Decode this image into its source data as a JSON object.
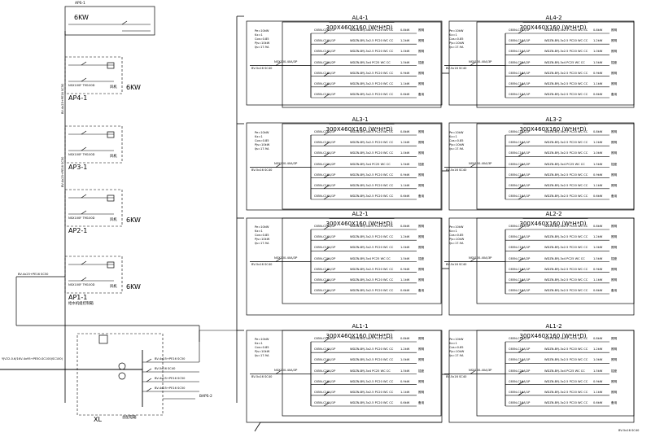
{
  "boxes": {
    "al4_1": {
      "name": "AL4-1",
      "dims": "300X460X160 (W*H*D)"
    },
    "al4_2": {
      "name": "AL4-2",
      "dims": "300X460X160 (W*H*D)"
    },
    "al3_1": {
      "name": "AL3-1",
      "dims": "300X460X160 (W*H*D)"
    },
    "al3_2": {
      "name": "AL3-2",
      "dims": "300X460X160 (W*H*D)"
    },
    "al2_1": {
      "name": "AL2-1",
      "dims": "300X460X160 (W*H*D)"
    },
    "al2_2": {
      "name": "AL2-2",
      "dims": "300X460X160 (W*H*D)"
    },
    "al1_1": {
      "name": "AL1-1",
      "dims": "300X460X160 (W*H*D)"
    },
    "al1_2": {
      "name": "AL1-2",
      "dims": "300X460X160 (W*H*D)"
    }
  },
  "panels": {
    "aps1": {
      "name": "APS-1",
      "power": "6KW"
    },
    "ap4_1": {
      "name": "AP4-1",
      "power": "6KW",
      "device": "风机"
    },
    "ap3_1": {
      "name": "AP3-1",
      "device": "风机"
    },
    "ap2_1": {
      "name": "AP2-1",
      "power": "6KW",
      "device": "风机"
    },
    "ap1_1": {
      "name": "AP1-1",
      "power": "6KW",
      "device": "风机",
      "sub": "给水机组控制箱"
    }
  },
  "main": {
    "xl": "XL",
    "xl_sub": "总配电箱",
    "incoming": "YJV22-0.6/1KV-4x95+PE50-SC100(SC100)",
    "incoming2": "BAPS-2",
    "feeder_labels": [
      "BV-4x25+PE16 SC50",
      "BV-5x16 SC40",
      "BV-4x25+PE16 SC50",
      "BV-4x25+PE16 SC50"
    ],
    "riser_labels": [
      "BV-4x25+PE16 SC50",
      "BV-4x25+PE16 SC50"
    ],
    "corner_note": "BV-5x16 SC40",
    "breaker": "NSX100F TM100D"
  },
  "branch_labels": {
    "circuits": [
      "C65N-C16A/1P",
      "C65N-C16A/1P",
      "C65N-C16A/1P",
      "C65N-C20A/2P",
      "C65N-C16A/1P",
      "C65N-C16A/1P",
      "C65N-C16A/1P"
    ],
    "cables": [
      "WDZN-BYJ-3x2.5 PC20 WC CC",
      "WDZN-BYJ-3x2.5 PC20 WC CC",
      "WDZN-BYJ-3x2.5 PC20 WC CC",
      "WDZN-BYJ-3x4 PC25 WC CC",
      "WDZN-BYJ-3x2.5 PC20 WC CC",
      "WDZN-BYJ-3x2.5 PC20 WC CC",
      "WDZN-BYJ-3x2.5 PC20 WC CC"
    ],
    "loads": [
      "0.8kW",
      "1.2kW",
      "1.0kW",
      "1.5kW",
      "0.9kW",
      "1.1kW",
      "0.6kW"
    ],
    "phases": [
      "照明",
      "照明",
      "照明",
      "插座",
      "照明",
      "照明",
      "备用"
    ],
    "params": [
      "Pe=10kW",
      "Kx=1",
      "Cos=0.85",
      "Pjs=10kW",
      "Ijs=17.9A"
    ],
    "incomer": "BV-5x16 SC40",
    "main_cb": "NSX100-40A/3P"
  }
}
